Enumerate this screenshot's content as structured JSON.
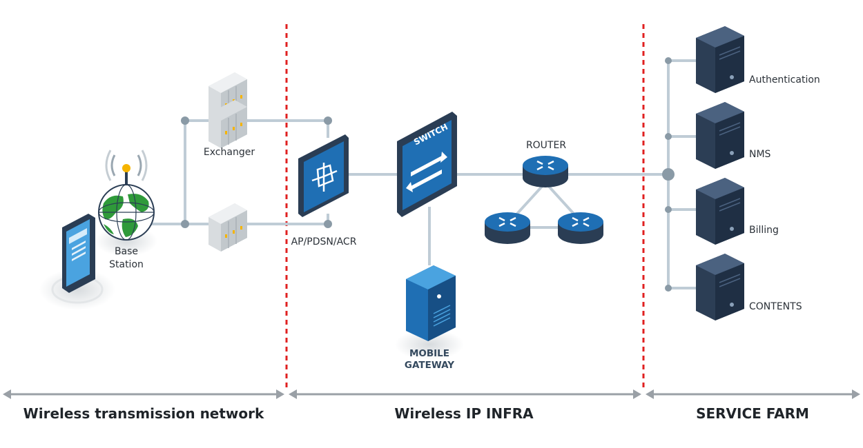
{
  "colors": {
    "line": "#bfccd6",
    "node_dot": "#8a9aa6",
    "divider": "#e02020",
    "device_blue": "#1f6fb4",
    "device_dark": "#2a3d54",
    "server_dark": "#2c3e55"
  },
  "nodes": {
    "base_station": {
      "line1": "Base",
      "line2": "Station",
      "icon": "globe-antenna-icon"
    },
    "exchanger": {
      "label": "Exchanger",
      "icon": "exchanger-rack-icon"
    },
    "ap": {
      "label": "AP/PDSN/ACR",
      "icon": "access-point-icon"
    },
    "switch": {
      "label": "SWITCH",
      "icon": "switch-icon"
    },
    "router": {
      "label": "ROUTER",
      "icon": "router-icon"
    },
    "gateway": {
      "line1": "MOBILE",
      "line2": "GATEWAY",
      "icon": "server-tower-icon"
    },
    "phone": {
      "icon": "smartphone-icon"
    }
  },
  "service_farm": {
    "servers": [
      {
        "label": "Authentication"
      },
      {
        "label": "NMS"
      },
      {
        "label": "Billing"
      },
      {
        "label": "CONTENTS"
      }
    ]
  },
  "sections": [
    {
      "label": "Wireless transmission network"
    },
    {
      "label": "Wireless IP INFRA"
    },
    {
      "label": "SERVICE FARM"
    }
  ]
}
